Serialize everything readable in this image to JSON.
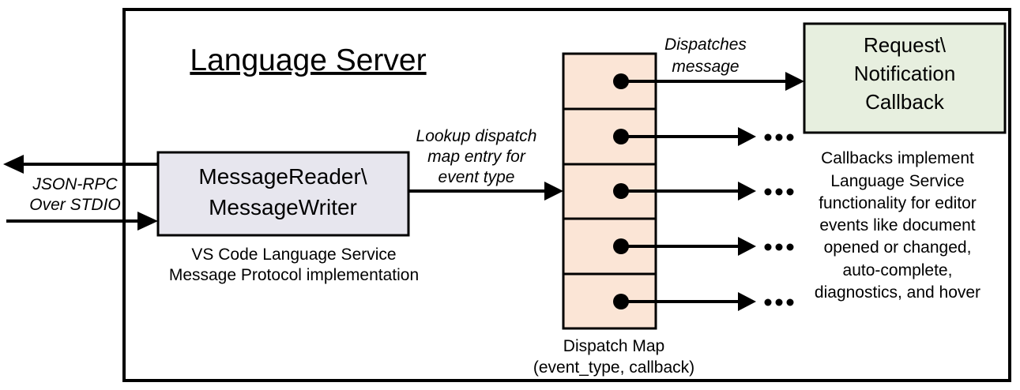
{
  "diagram": {
    "title": "Language Server",
    "io_label": {
      "line1": "JSON-RPC",
      "line2": "Over STDIO"
    },
    "reader_box": {
      "line1": "MessageReader\\",
      "line2": "MessageWriter",
      "caption_line1": "VS Code Language Service",
      "caption_line2": "Message Protocol implementation"
    },
    "lookup_label": {
      "line1": "Lookup dispatch",
      "line2": "map entry for",
      "line3": "event type"
    },
    "dispatches_label": {
      "line1": "Dispatches",
      "line2": "message"
    },
    "callback_box": {
      "line1": "Request\\",
      "line2": "Notification",
      "line3": "Callback"
    },
    "callbacks_note": {
      "lines": [
        "Callbacks implement",
        "Language Service",
        "functionality for editor",
        "events like document",
        "opened or changed,",
        "auto-complete,",
        "diagnostics, and hover"
      ]
    },
    "dispatch_map": {
      "cell_count": 5,
      "label_line1": "Dispatch Map",
      "label_line2": "(event_type, callback)"
    },
    "colors": {
      "reader_fill": "#e7e6ee",
      "map_fill": "#fbe5d6",
      "callback_fill": "#e7efdf",
      "stroke": "#000000",
      "background": "#ffffff"
    }
  }
}
